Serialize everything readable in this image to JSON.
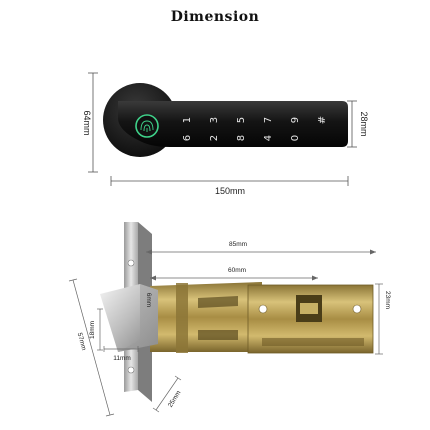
{
  "title": "Dimension",
  "top_view": {
    "height": "64mm",
    "keypad_height": "28mm",
    "length": "150mm",
    "keys_top": [
      "1",
      "3",
      "5",
      "7",
      "9",
      "#"
    ],
    "keys_bottom": [
      "6",
      "2",
      "8",
      "4",
      "0"
    ]
  },
  "latch_view": {
    "length_85": "85mm",
    "length_60": "60mm",
    "height_23": "23mm",
    "plate_57": "57mm",
    "bolt_18": "18mm",
    "bolt_11": "11mm",
    "plate_25": "25mm",
    "stamp": "6mm"
  },
  "colors": {
    "handle": "#1b1b1b",
    "fingerprint": "#3fd28a",
    "brass": "#b39a4c",
    "steel": "#c9c9c9"
  }
}
